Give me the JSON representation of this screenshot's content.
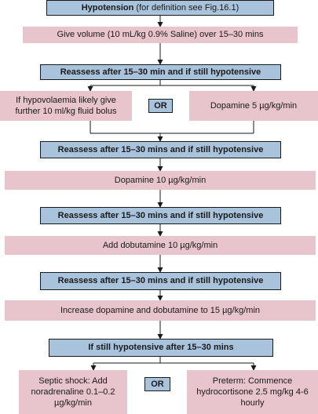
{
  "steps": {
    "hypotension": {
      "bold": "Hypotension",
      "rest": " (for definition see Fig.16.1)"
    },
    "give_volume": "Give volume (10 mL/kg 0.9% Saline) over 15–30 mins",
    "reassess_1": "Reassess after 15–30 min and if still hypotensive",
    "hypovolaemia": "If hypovolaemia likely give further 10 ml/kg fluid bolus",
    "or_1": "OR",
    "dopamine_5": "Dopamine 5 µg/kg/min",
    "reassess_2": "Reassess after 15–30 mins and if still hypotensive",
    "dopamine_10": "Dopamine 10 µg/kg/min",
    "reassess_3": "Reassess after 15–30 mins and if still hypotensive",
    "dobutamine_10": "Add dobutamine 10 µg/kg/min",
    "reassess_4": "Reassess after 15–30 mins and if still hypotensive",
    "increase_15": "Increase dopamine and dobutamine to 15 µg/kg/min",
    "still_hypotensive": "If still hypotensive after 15–30 mins",
    "septic_shock": "Septic shock: Add noradrenaline 0.1–0.2 µg/kg/min",
    "or_2": "OR",
    "preterm": "Preterm: Commence hydrocortisone 2.5 mg/kg 4-6 hourly"
  },
  "colors": {
    "blue_box": "#a9c3dc",
    "pink_box": "#e8c4cd",
    "arrow": "#1a1a1a"
  }
}
